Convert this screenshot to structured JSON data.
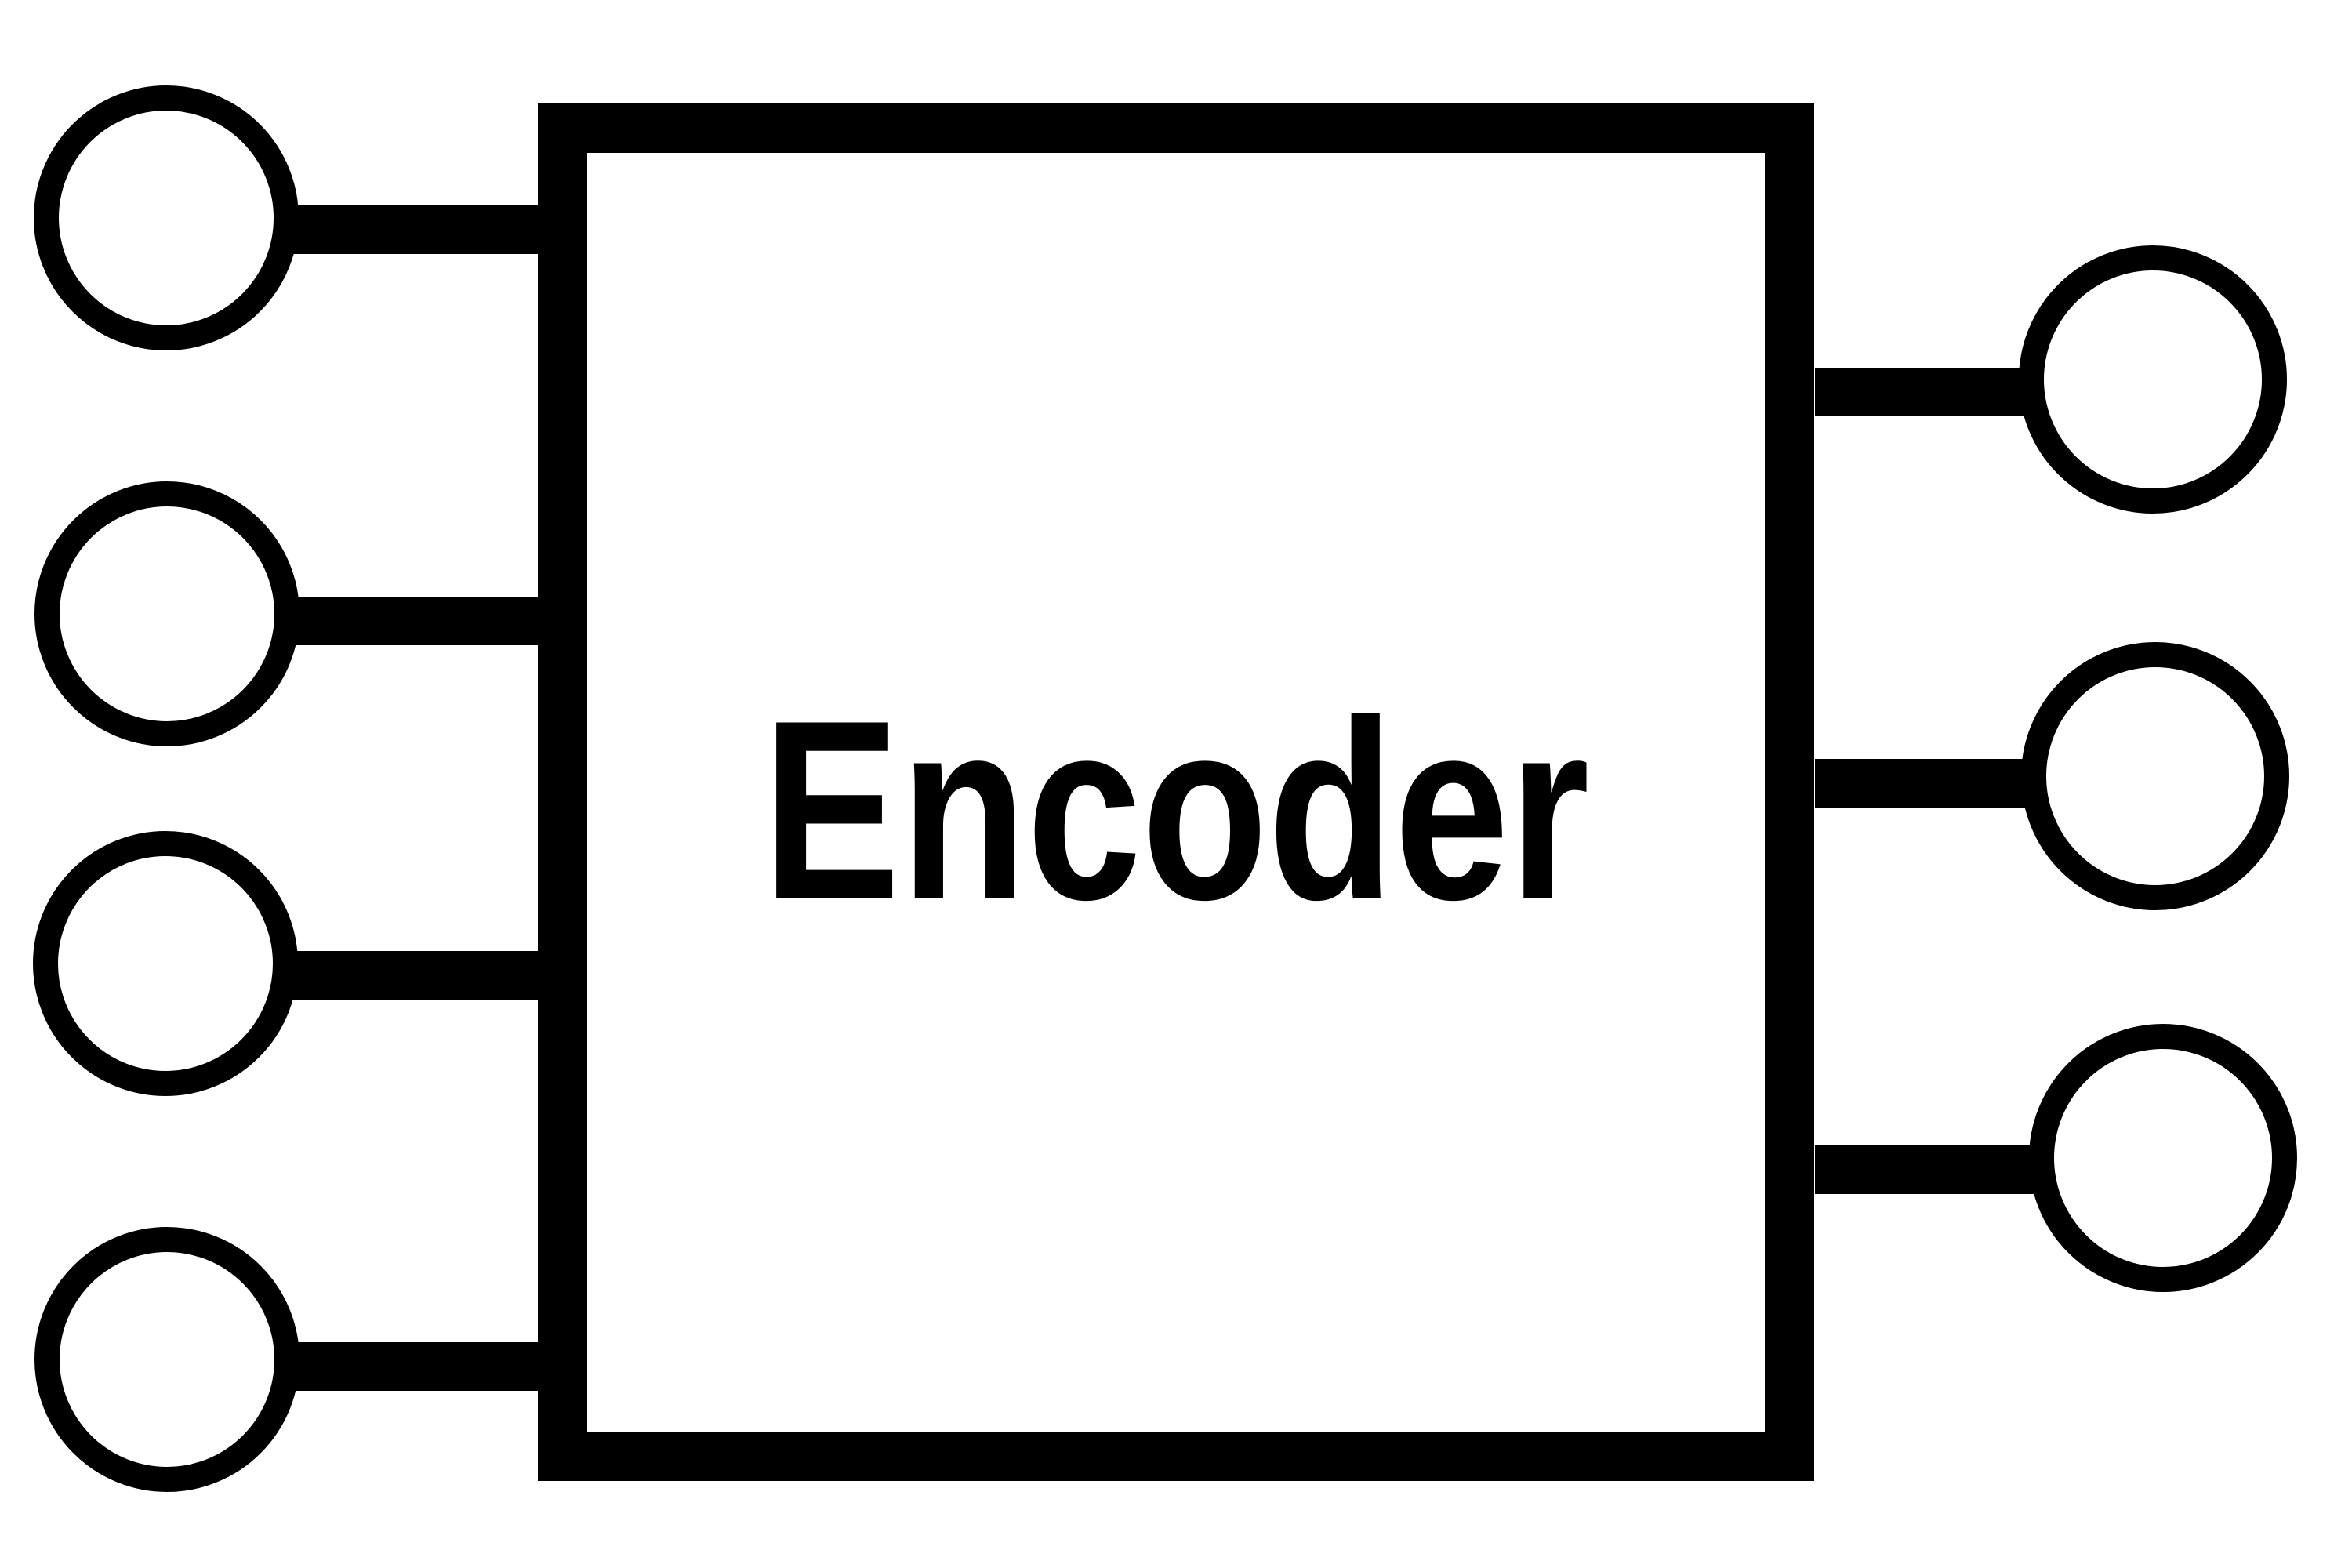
{
  "diagram": {
    "block_label": "Encoder",
    "inputs": 4,
    "outputs": 3,
    "stroke_color": "#000000",
    "fill_color": "#ffffff"
  }
}
